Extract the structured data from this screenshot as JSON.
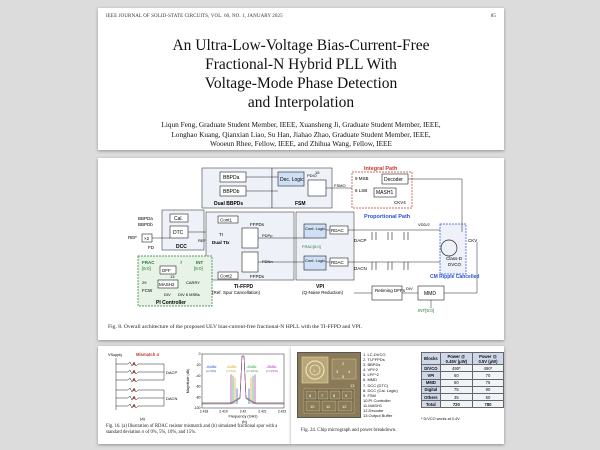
{
  "page1": {
    "journal": "IEEE JOURNAL OF SOLID-STATE CIRCUITS, VOL. 60, NO. 1, JANUARY 2025",
    "page_number": "85",
    "title_lines": [
      "An Ultra-Low-Voltage Bias-Current-Free",
      "Fractional-N Hybrid PLL With",
      "Voltage-Mode Phase Detection",
      "and Interpolation"
    ],
    "author_lines": [
      "Liqun Feng, Graduate Student Member, IEEE, Xuansheng Ji, Graduate Student Member, IEEE,",
      "Longhao Kuang, Qianxian Liao, Su Han, Jiahao Zhao, Graduate Student Member, IEEE,",
      "Wooeun Rhee, Fellow, IEEE, and Zhihua Wang, Fellow, IEEE"
    ]
  },
  "fig8": {
    "caption": "Fig. 8.   Overall architecture of the proposed ULV bias-current-free fractional-N HPLL with the TI-FFPD and VPI.",
    "labels": {
      "bbpd_a": "BBPDa",
      "bbpd_b": "BBPDb",
      "dual_bbpds": "Dual BBPDs",
      "dec_logic": "Dec. Logic",
      "pdio": "PDIO",
      "fsm": "FSM",
      "fsmo": "FSMO",
      "integral_path": "Integral Path",
      "msb": "9 MSB",
      "lsb": "6 LSB",
      "decoder": "Decoder",
      "mash1": "MASH1",
      "ckv4": "CKV4",
      "proportional_path": "Proportional Path",
      "lc_dco": "LC-DCO",
      "class_d": "Class-D",
      "dvco": "DVCO",
      "cm_ripple": "CM Ripple Cancelled",
      "ckv": "CKV",
      "cal": "Cal.",
      "dtc": "DTC",
      "dcc": "DCC",
      "ref": "REF",
      "fd": "FD",
      "x2": "×2",
      "bbpd_in": "BBPDa",
      "bbpd_in2": "BBPDb",
      "cont1": "Cont1",
      "cont2": "Cont2",
      "ti": "TI",
      "dual_tx": "Dual TIx",
      "ffpds": "FFPDs",
      "ffpds2": "FFPDs",
      "cont_logic": "Cont. Logic",
      "cont_logic2": "Cont. Logic",
      "frac_p": "FRAC[6:0]",
      "rdac_p": "RDAC",
      "rdac_n": "RDAC",
      "pdp": "PDPp",
      "pdn": "PDNn",
      "ti_ffpd": "TI-FFPD",
      "ti_ffpd_sub": "(Ref. Spur Cancellation)",
      "vpi": "VPI",
      "vpi_sub": "(Q-Noise Reduction)",
      "dacp": "DACP",
      "dacn": "DACN",
      "frac": "FRAC",
      "frac_bits": "[6:0]",
      "int": "INT",
      "int_bits": "[5:0]",
      "dff": "DFF",
      "mash2": "MASH2",
      "carry": "CARRY",
      "fcw": "FCW",
      "div": "DIV",
      "div6": "DIV 6 MSBs",
      "pi_controller": "PI Controller",
      "retiming": "Retiming DFFs",
      "mmd": "MMD",
      "int_bottom": "INT[5:0]",
      "fd_out": "FD",
      "val29": "29",
      "val13": "13",
      "val7": "7",
      "vdd": "VDD/2",
      "num15": "15",
      "num15b": "15",
      "num64": "6"
    }
  },
  "fig16": {
    "caption": "Fig. 16.   (a) Illustration of RDAC resistor mismatch and (b) simulated fractional spur with a standard deviation σ of 0%, 5%, 10%, and 15%.",
    "sub_a": "(a)",
    "sub_b": "(b)",
    "mismatch_label": "Mismatch σ",
    "dacp": "DACP",
    "dacn": "DACN",
    "vsupply": "VSupply",
    "chart_data": {
      "type": "line",
      "xlabel": "Frequency (GHz)",
      "ylabel": "Magnitude (dB)",
      "x_ticks": [
        "2.418",
        "2.419",
        "2.42",
        "2.421",
        "2.422"
      ],
      "y_ticks": [
        "0",
        "-20",
        "-40",
        "-60",
        "-80",
        "-100"
      ],
      "ylim": [
        -100,
        0
      ],
      "annotations": [
        "-64dBc (σ=0%)",
        "-44dBc (σ=5%)",
        "-40dBc (σ=10%)",
        "-38dBc (σ=15%)"
      ],
      "colors": [
        "#2a50d8",
        "#e0a020",
        "#29a04a",
        "#b030b0"
      ]
    }
  },
  "fig24": {
    "caption": "Fig. 24.   Chip micrograph and power breakdown.",
    "legend": [
      "1. LC-DVCO",
      "2. TI-FFPDs",
      "3. BBPDs",
      "4. VPI^2",
      "5. LPF^2",
      "6. MMD",
      "7. DCC (DTC)",
      "8. DCC (Cal. Logic)",
      "9. FSM",
      "10.PI Controller",
      "11.MASH1",
      "12.Decoder",
      "13.Output Buffer"
    ],
    "die_numbers": [
      "1",
      "2",
      "3",
      "4",
      "5",
      "6",
      "7",
      "8",
      "9",
      "10",
      "11",
      "12",
      "13"
    ],
    "table": {
      "headers": [
        "Blocks",
        "Power @ 0.45V (μW)",
        "Power @ 0.5V (μW)"
      ],
      "rows": [
        [
          "D/VCO",
          "490*",
          "490*"
        ],
        [
          "VPI",
          "60",
          "70"
        ],
        [
          "MMD",
          "60",
          "75"
        ],
        [
          "Digital",
          "75",
          "90"
        ],
        [
          "Others",
          "35",
          "50"
        ],
        [
          "Total",
          "720",
          "780"
        ]
      ],
      "note": "* D/VCO works at 0.4V."
    }
  }
}
